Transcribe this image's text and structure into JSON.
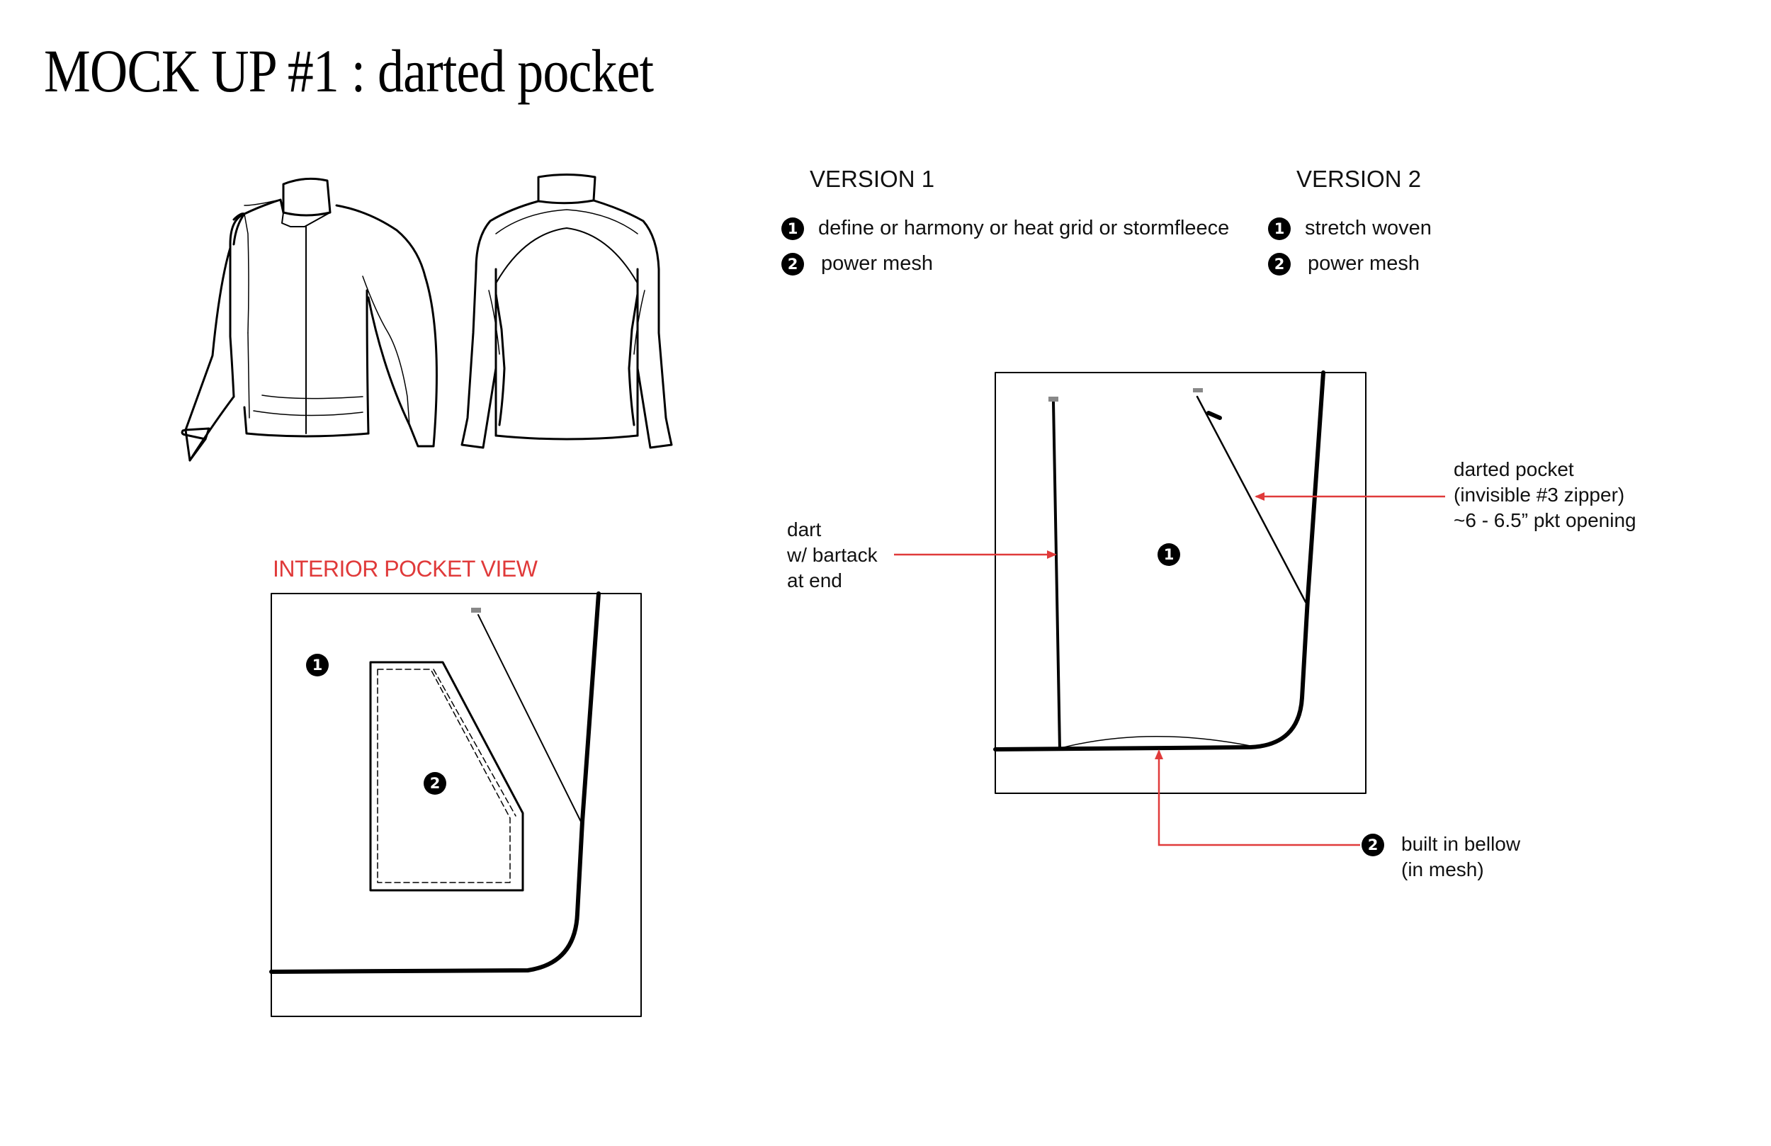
{
  "title": "MOCK UP #1 : darted pocket",
  "version1": {
    "heading": "VERSION 1",
    "items": [
      {
        "num": "1",
        "text": "define or harmony or heat grid or stormfleece"
      },
      {
        "num": "2",
        "text": "power mesh"
      }
    ]
  },
  "version2": {
    "heading": "VERSION 2",
    "items": [
      {
        "num": "1",
        "text": "stretch woven"
      },
      {
        "num": "2",
        "text": "power mesh"
      }
    ]
  },
  "interior": {
    "label": "INTERIOR POCKET VIEW",
    "marker1": "1",
    "marker2": "2"
  },
  "exterior": {
    "marker1": "1",
    "dart_note": [
      "dart",
      "w/ bartack",
      "at end"
    ],
    "pocket_note": [
      "darted pocket",
      "(invisible #3 zipper)",
      "~6 - 6.5” pkt opening"
    ],
    "bellow_num": "2",
    "bellow_note": [
      "built in bellow",
      "(in mesh)"
    ]
  },
  "colors": {
    "annotation": "#e03a3a",
    "line": "#000000"
  }
}
